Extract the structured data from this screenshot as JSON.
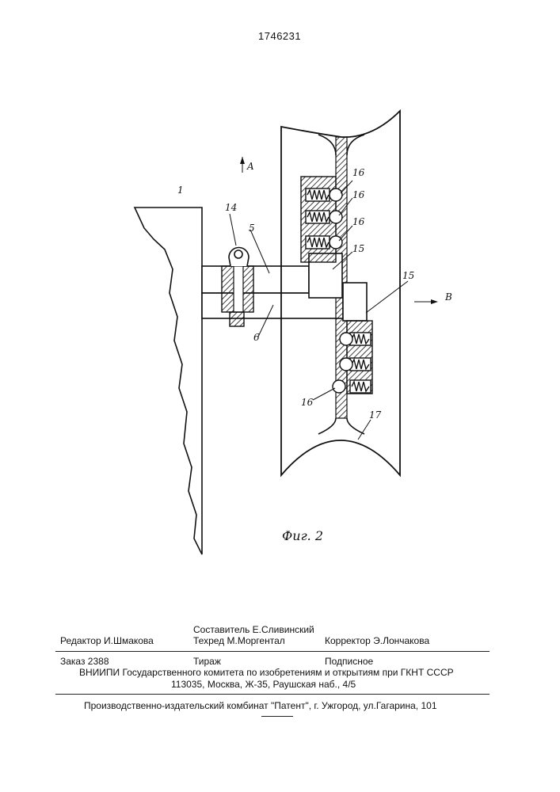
{
  "header": {
    "patent_number": "1746231"
  },
  "drawing": {
    "figure_caption": "Фиг. 2",
    "view_a": "A",
    "view_b": "B",
    "labels": {
      "l1": "1",
      "l14": "14",
      "l5": "5",
      "l6": "6",
      "l15a": "15",
      "l15b": "15",
      "l16a": "16",
      "l16b": "16",
      "l16c": "16",
      "l16d": "16",
      "l17": "17"
    }
  },
  "imprint": {
    "compiler": "Составитель Е.Сливинский",
    "editor": "Редактор  И.Шмакова",
    "techred": "Техред М.Моргентал",
    "corrector": "Корректор  Э.Лончакова",
    "order": "Заказ 2388",
    "circulation": "Тираж",
    "subscription": "Подписное",
    "institute": "ВНИИПИ Государственного комитета по изобретениям и открытиям при ГКНТ СССР",
    "address": "113035, Москва, Ж-35, Раушская наб., 4/5",
    "publisher": "Производственно-издательский комбинат \"Патент\", г. Ужгород, ул.Гагарина, 101"
  }
}
